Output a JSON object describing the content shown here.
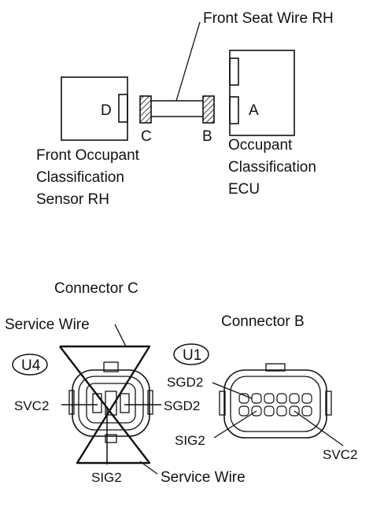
{
  "top_diagram": {
    "wire_label": "Front Seat Wire RH",
    "sensor": {
      "lines": [
        "Front Occupant",
        "Classification",
        "Sensor RH"
      ],
      "connector": "D"
    },
    "wire_connectors": {
      "left": "C",
      "right": "B"
    },
    "ecu": {
      "lines": [
        "Occupant",
        "Classification",
        "ECU"
      ],
      "connector": "A"
    }
  },
  "connector_c": {
    "title": "Connector C",
    "code": "U4",
    "service_wire_top": "Service Wire",
    "service_wire_bottom": "Service Wire",
    "pin_left": "SVC2",
    "pin_right": "SGD2",
    "pin_bottom": "SIG2"
  },
  "connector_b": {
    "title": "Connector B",
    "code": "U1",
    "pin_sgd2": "SGD2",
    "pin_sig2": "SIG2",
    "pin_svc2": "SVC2"
  }
}
